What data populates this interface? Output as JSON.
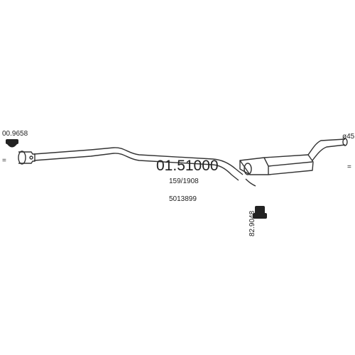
{
  "diagram": {
    "part_number": "01.51000",
    "oem_refs": [
      "159/1908",
      "5013899"
    ],
    "clamp_ref": "82.9048",
    "hanger_ref": "00.9658",
    "outlet_diameter": "ø45",
    "inlet_marker": "=",
    "outlet_marker": "="
  },
  "colors": {
    "line": "#333333",
    "background": "#ffffff"
  }
}
